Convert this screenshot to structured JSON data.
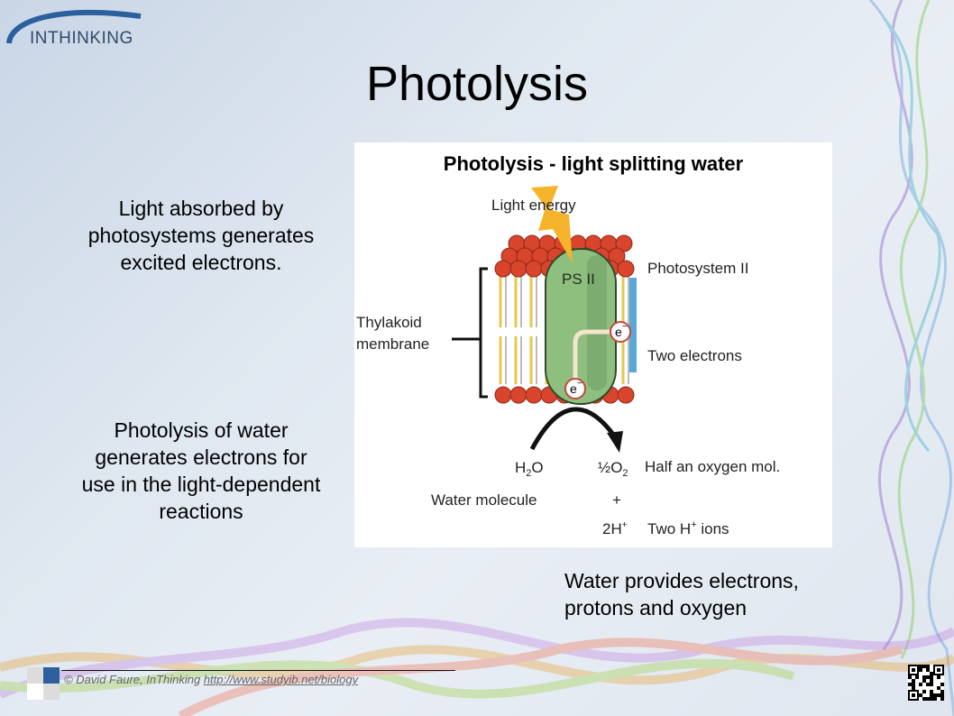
{
  "logo": {
    "text": "INTHINKING"
  },
  "slide": {
    "title": "Photolysis",
    "text_1": [
      "Light absorbed by",
      "photosystems generates",
      "excited electrons."
    ],
    "text_2": [
      "Photolysis of water",
      "generates electrons for",
      "use in the light-dependent",
      "reactions"
    ],
    "text_3": [
      "Water provides electrons,",
      "protons and oxygen"
    ]
  },
  "diagram": {
    "title": "Photolysis - light splitting water",
    "light_energy": "Light energy",
    "ps2_label": "PS II",
    "photosystem_label": "Photosystem II",
    "thylakoid_label_1": "Thylakoid",
    "thylakoid_label_2": "membrane",
    "electron": "e",
    "electron_sup": "−",
    "two_electrons": "Two electrons",
    "h2o": "H",
    "h2o_sub": "2",
    "h2o_end": "O",
    "half": "½",
    "o2": "O",
    "o2_sub": "2",
    "half_oxygen": "Half an oxygen mol.",
    "water_molecule": "Water molecule",
    "plus": "+",
    "two_h": "2H",
    "h_sup": "+",
    "two_h_ions": "Two H",
    "two_h_ions_sup": "+",
    "two_h_ions_end": " ions"
  },
  "footer": {
    "copyright": "© David Faure, InThinking ",
    "link": "http://www.studyib.net/biology"
  },
  "colors": {
    "accent": "#2c5f9e",
    "heads": "#d9452c",
    "ps2": "#8fbf7f",
    "lightning": "#f6b42c"
  }
}
